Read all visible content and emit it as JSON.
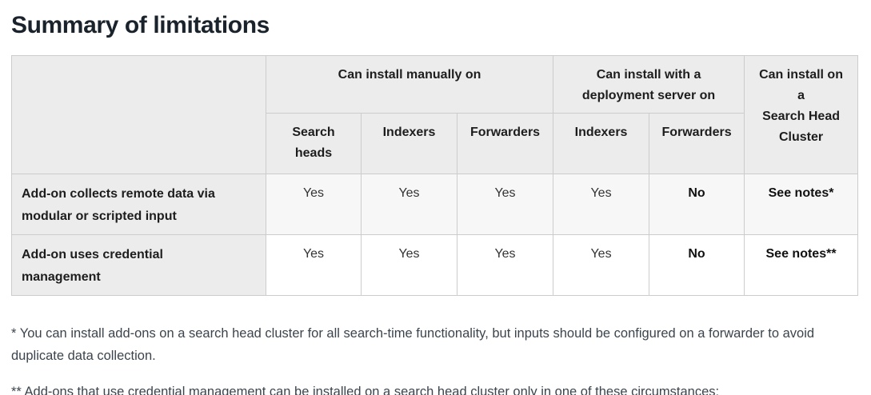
{
  "page": {
    "title": "Summary of limitations"
  },
  "table": {
    "column_groups": [
      "Can install manually on",
      "Can install with a deployment server on",
      "Can install on\na\nSearch Head\nCluster"
    ],
    "subheaders": [
      "Search heads",
      "Indexers",
      "Forwarders",
      "Indexers",
      "Forwarders"
    ],
    "rows": [
      {
        "label": "Add-on collects remote data via\nmodular or scripted input",
        "values": [
          "Yes",
          "Yes",
          "Yes",
          "Yes",
          "No",
          "See notes*"
        ]
      },
      {
        "label": "Add-on uses credential\nmanagement",
        "values": [
          "Yes",
          "Yes",
          "Yes",
          "Yes",
          "No",
          "See notes**"
        ]
      }
    ]
  },
  "footnotes": [
    "* You can install add-ons on a search head cluster for all search-time functionality, but inputs should be configured on a forwarder to avoid duplicate data collection.",
    "** Add-ons that use credential management can be installed on a search head cluster only in one of these circumstances:"
  ],
  "colors": {
    "heading": "#1a232b",
    "body_text": "#3c444d",
    "header_bg": "#ececec",
    "row_stripe": "#f7f7f7",
    "border": "#cccccc"
  }
}
